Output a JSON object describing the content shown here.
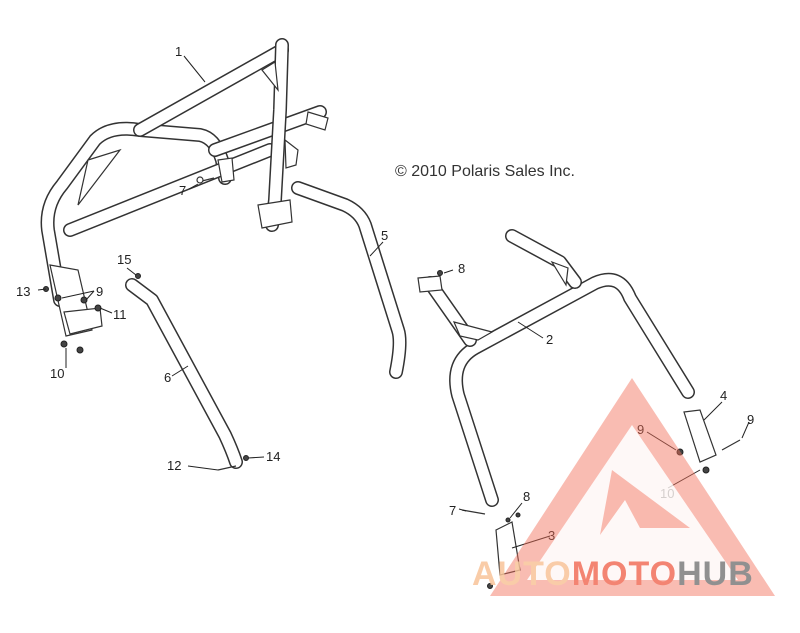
{
  "copyright": "© 2010 Polaris Sales Inc.",
  "callouts": {
    "c1": "1",
    "c2": "2",
    "c3": "3",
    "c4": "4",
    "c5": "5",
    "c6": "6",
    "c7a": "7",
    "c7b": "7",
    "c8a": "8",
    "c8b": "8",
    "c9a": "9",
    "c9b": "9",
    "c9c": "9",
    "c10a": "10",
    "c10b": "10",
    "c11": "11",
    "c12": "12",
    "c13": "13",
    "c14": "14",
    "c15": "15"
  },
  "watermark": {
    "part1": "AUTO",
    "part2": "MOTO",
    "part3": "HUB",
    "colors": {
      "part1": "#f9c49a",
      "part2": "#f26f5a",
      "part3": "#7d7d7d",
      "triangle": "#f26f5a"
    }
  }
}
